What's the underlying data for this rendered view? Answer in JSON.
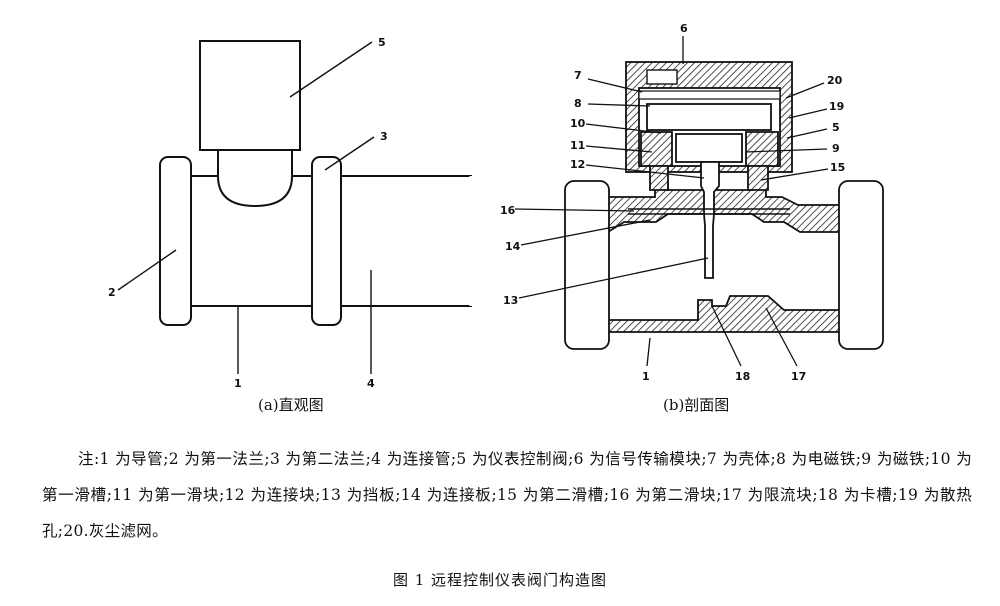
{
  "figure": {
    "view_a": {
      "caption": "(a)直观图",
      "labels": [
        "1",
        "2",
        "3",
        "4",
        "5"
      ]
    },
    "view_b": {
      "caption": "(b)剖面图",
      "labels": [
        "1",
        "5",
        "6",
        "7",
        "8",
        "9",
        "10",
        "11",
        "12",
        "13",
        "14",
        "15",
        "16",
        "17",
        "18",
        "19",
        "20"
      ]
    },
    "note": "注:1 为导管;2 为第一法兰;3 为第二法兰;4 为连接管;5 为仪表控制阀;6 为信号传输模块;7 为壳体;8 为电磁铁;9 为磁铁;10 为第一滑槽;11 为第一滑块;12 为连接块;13 为挡板;14 为连接板;15 为第二滑槽;16 为第二滑块;17 为限流块;18 为卡槽;19 为散热孔;20.灰尘滤网。",
    "title": "图 1  远程控制仪表阀门构造图"
  }
}
